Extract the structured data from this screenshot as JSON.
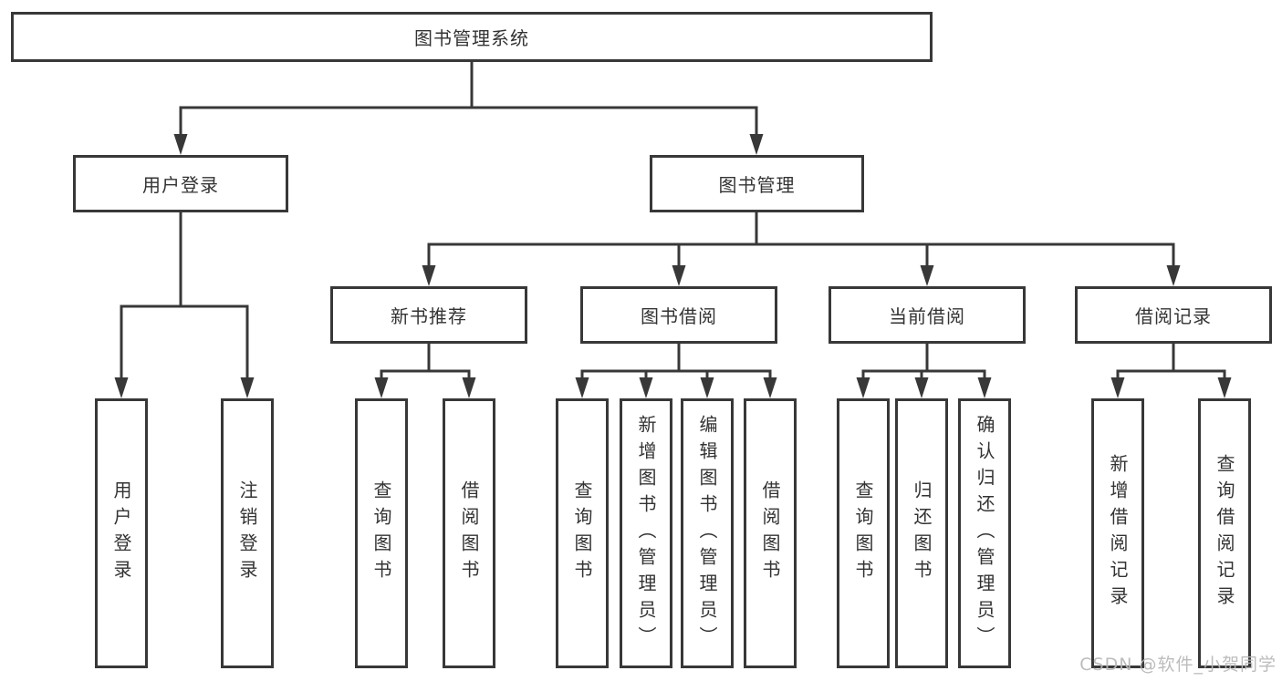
{
  "tree": {
    "root": {
      "label": "图书管理系统"
    },
    "level2": [
      {
        "label": "用户登录"
      },
      {
        "label": "图书管理"
      }
    ],
    "level3": [
      {
        "label": "新书推荐"
      },
      {
        "label": "图书借阅"
      },
      {
        "label": "当前借阅"
      },
      {
        "label": "借阅记录"
      }
    ],
    "leaves": {
      "userLogin": [
        {
          "label": "用户登录"
        },
        {
          "label": "注销登录"
        }
      ],
      "newBooks": [
        {
          "label": "查询图书"
        },
        {
          "label": "借阅图书"
        }
      ],
      "bookBorrow": [
        {
          "label": "查询图书"
        },
        {
          "label": "新增图书（管理员）"
        },
        {
          "label": "编辑图书（管理员）"
        },
        {
          "label": "借阅图书"
        }
      ],
      "currentBorrow": [
        {
          "label": "查询图书"
        },
        {
          "label": "归还图书"
        },
        {
          "label": "确认归还（管理员）"
        }
      ],
      "borrowRecords": [
        {
          "label": "新增借阅记录"
        },
        {
          "label": "查询借阅记录"
        }
      ]
    }
  },
  "watermark": {
    "text": "CSDN @软件_小贺同学"
  },
  "colors": {
    "line": "#383838",
    "text": "#333333",
    "watermark": "#b7b7b7",
    "background": "#ffffff"
  }
}
